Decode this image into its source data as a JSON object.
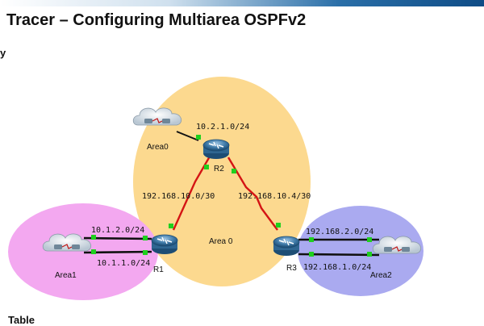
{
  "slide": {
    "title": "Tracer – Configuring Multiarea OSPFv2",
    "subheading_fragment": "y",
    "bottom_fragment": "Table"
  },
  "topology": {
    "routers": [
      {
        "name": "R1"
      },
      {
        "name": "R2"
      },
      {
        "name": "R3"
      }
    ],
    "clouds": [
      {
        "name": "Area0"
      },
      {
        "name": "Area1"
      },
      {
        "name": "Area2"
      }
    ],
    "areas": [
      {
        "label": "Area 0",
        "color": "#fcd98f"
      },
      {
        "color": "#f3a8f0"
      },
      {
        "color": "#aaaaf0"
      }
    ],
    "networks": [
      {
        "label": "10.2.1.0/24"
      },
      {
        "label": "192.168.10.0/30"
      },
      {
        "label": "192.168.10.4/30"
      },
      {
        "label": "10.1.2.0/24"
      },
      {
        "label": "10.1.1.0/24"
      },
      {
        "label": "192.168.2.0/24"
      },
      {
        "label": "192.168.1.0/24"
      }
    ],
    "colors": {
      "serial_link": "#d41414",
      "ethernet_link": "#111111",
      "port_up": "#1fd01f"
    }
  }
}
